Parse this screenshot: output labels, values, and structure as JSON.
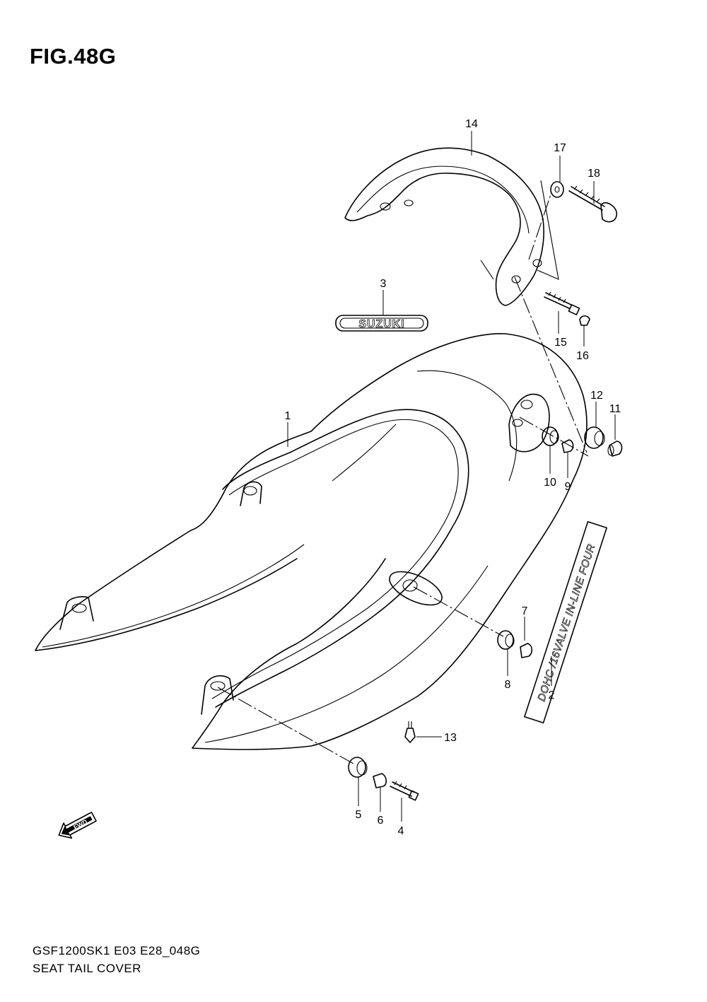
{
  "figure": {
    "title": "FIG.48G",
    "model_code": "GSF1200SK1 E03 E28_048G",
    "section_name": "SEAT TAIL COVER"
  },
  "emblem_text": "SUZUKI",
  "decal_text": "DOHC /16VALVE IN-LINE FOUR",
  "fwd_arrow_text": "FWD",
  "callouts": [
    {
      "id": "c1",
      "label": "1"
    },
    {
      "id": "c2",
      "label": "2"
    },
    {
      "id": "c3",
      "label": "3"
    },
    {
      "id": "c4",
      "label": "4"
    },
    {
      "id": "c5",
      "label": "5"
    },
    {
      "id": "c6",
      "label": "6"
    },
    {
      "id": "c7",
      "label": "7"
    },
    {
      "id": "c8",
      "label": "8"
    },
    {
      "id": "c9",
      "label": "9"
    },
    {
      "id": "c10",
      "label": "10"
    },
    {
      "id": "c11",
      "label": "11"
    },
    {
      "id": "c12",
      "label": "12"
    },
    {
      "id": "c13",
      "label": "13"
    },
    {
      "id": "c14",
      "label": "14"
    },
    {
      "id": "c15",
      "label": "15"
    },
    {
      "id": "c16",
      "label": "16"
    },
    {
      "id": "c17",
      "label": "17"
    },
    {
      "id": "c18",
      "label": "18"
    }
  ]
}
